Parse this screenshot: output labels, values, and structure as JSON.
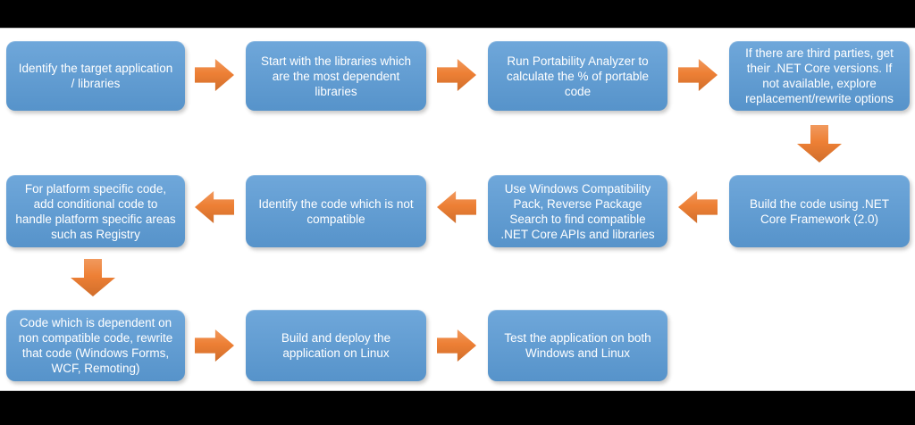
{
  "diagram": {
    "type": "flowchart",
    "subject": ".NET application porting to .NET Core / Linux process",
    "flow": {
      "rows": [
        {
          "direction": "left-to-right",
          "steps": [
            "Identify the target application / libraries",
            "Start with the libraries which are the most dependent libraries",
            "Run Portability Analyzer to calculate the % of portable code",
            "If there are third parties, get their .NET Core versions. If not available, explore replacement/rewrite options"
          ]
        },
        {
          "direction": "right-to-left",
          "steps": [
            "Build the code using .NET Core Framework (2.0)",
            "Use Windows Compatibility Pack, Reverse Package Search to find compatible .NET Core APIs and libraries",
            "Identify the code which is not compatible",
            "For platform specific code, add conditional code to handle platform specific areas such as Registry"
          ]
        },
        {
          "direction": "left-to-right",
          "steps": [
            "Code which is dependent on non compatible code, rewrite that code (Windows Forms, WCF, Remoting)",
            "Build and deploy the application on Linux",
            "Test the application on both Windows and Linux"
          ]
        }
      ],
      "connectors": [
        "right-arrow",
        "right-arrow",
        "right-arrow",
        "down-arrow",
        "left-arrow",
        "left-arrow",
        "left-arrow",
        "down-arrow",
        "right-arrow",
        "right-arrow"
      ]
    }
  },
  "colors": {
    "box_blue": "#5b9bd5",
    "arrow_orange": "#ed7d31",
    "text_white": "#ffffff",
    "canvas_bg": "#ffffff",
    "letterbox": "#000000",
    "divider": "#c9c9c9"
  }
}
